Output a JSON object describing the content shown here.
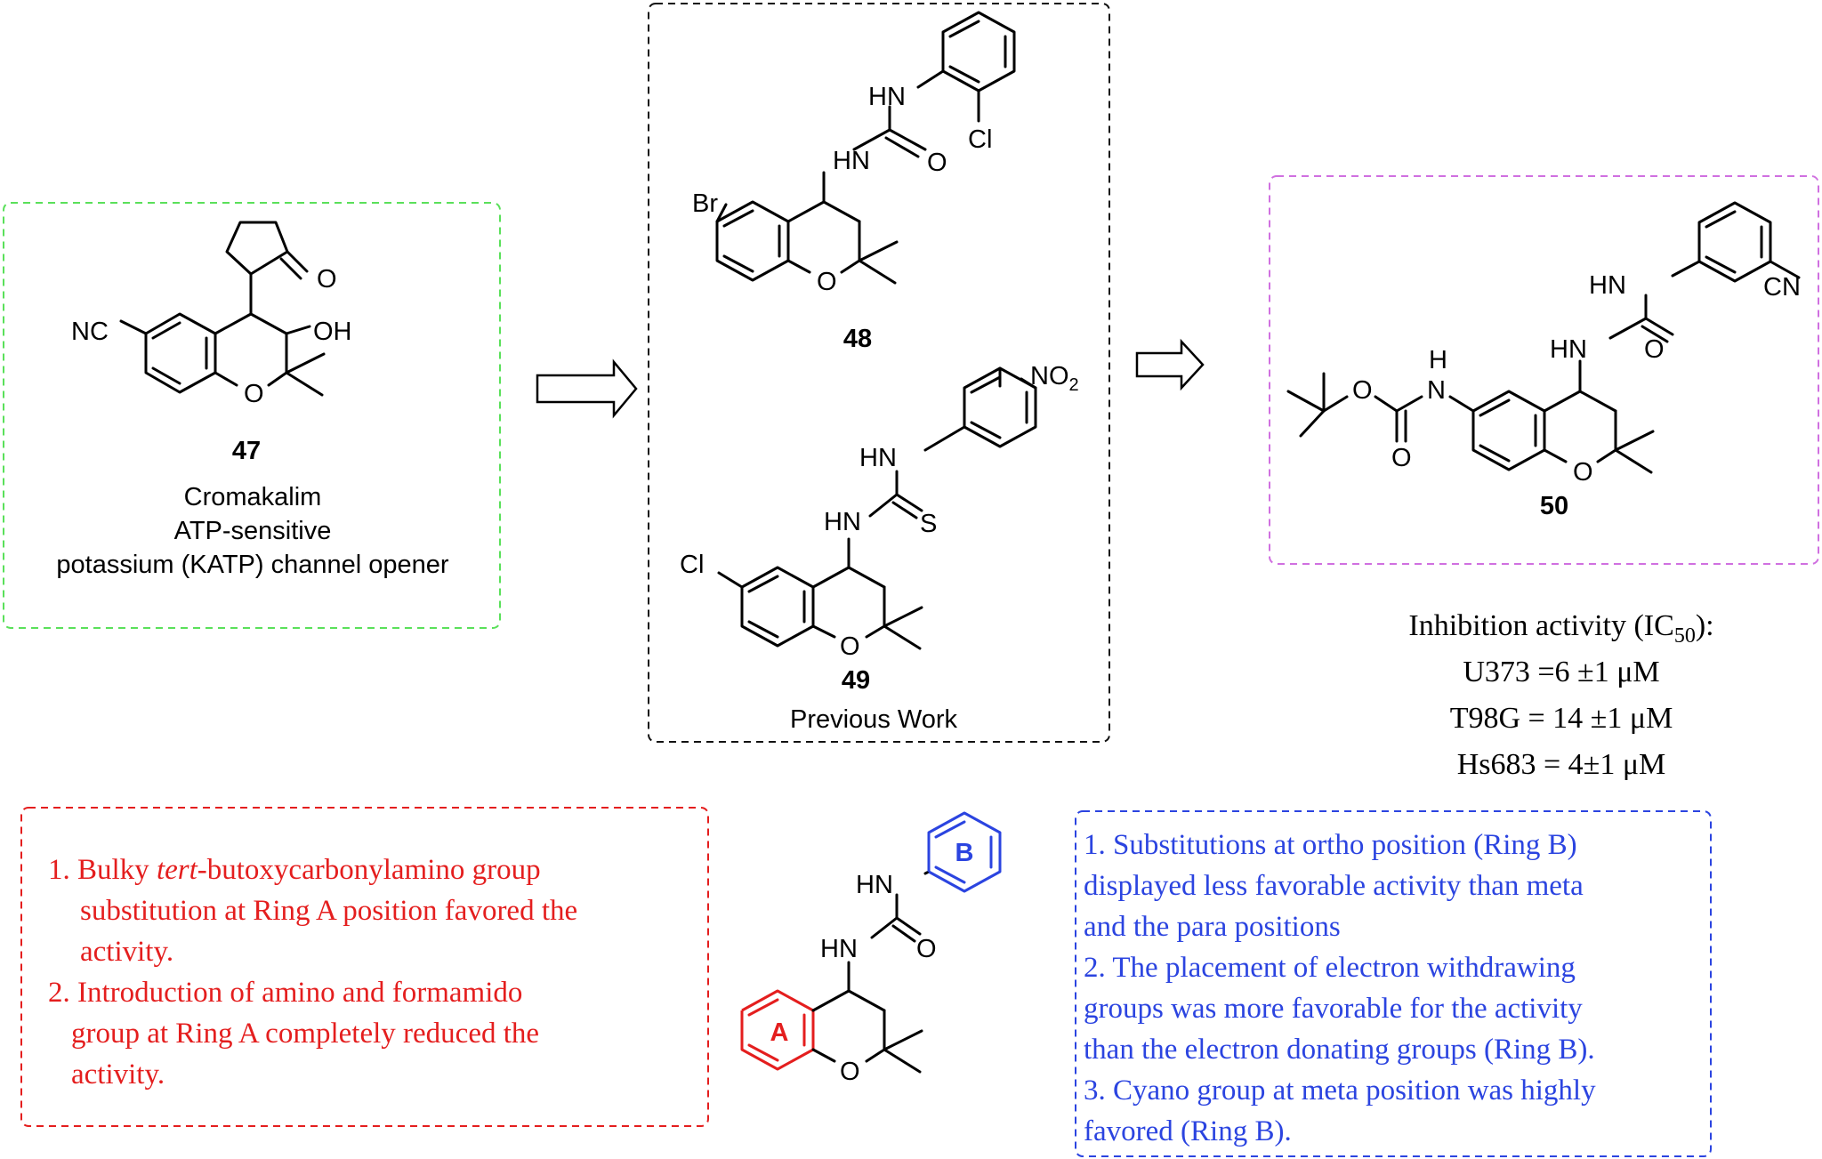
{
  "colors": {
    "green_box": "#5ae05a",
    "black_box": "#111111",
    "magenta_box": "#d070e0",
    "red": "#e41e1e",
    "blue": "#2b44e0"
  },
  "compound47": {
    "number": "47",
    "name": "Cromakalim",
    "desc_line1": "ATP-sensitive",
    "desc_line2": "potassium (KATP) channel opener",
    "atoms": {
      "nc": "NC",
      "oh": "OH",
      "o_ring": "O",
      "o_ketone": "O"
    }
  },
  "compound48": {
    "number": "48",
    "atoms": {
      "br": "Br",
      "hn_top": "HN",
      "hn_bottom": "HN",
      "o_carbonyl": "O",
      "cl": "Cl",
      "o_ring": "O"
    }
  },
  "compound49": {
    "number": "49",
    "atoms": {
      "cl": "Cl",
      "hn_top": "HN",
      "hn_bottom": "HN",
      "s": "S",
      "no2": "NO",
      "no2_sub": "2",
      "o_ring": "O"
    }
  },
  "previous_work": "Previous Work",
  "compound50": {
    "number": "50",
    "atoms": {
      "cn": "CN",
      "hn_top": "HN",
      "hn_bottom": "HN",
      "o_urea": "O",
      "h": "H",
      "n": "N",
      "o_ester": "O",
      "o_carbonyl": "O",
      "o_ring": "O"
    }
  },
  "inhibition": {
    "title_prefix": "Inhibition activity (IC",
    "title_sub": "50",
    "title_suffix": "):",
    "u373": "U373 =6 ±1 μM",
    "t98g": "T98G = 14 ±1 μM",
    "hs683": "Hs683 = 4±1 μM"
  },
  "sar_scaffold": {
    "ring_a": "A",
    "ring_b": "B",
    "atoms": {
      "hn_top": "HN",
      "hn_bottom": "HN",
      "o_urea": "O",
      "o_ring": "O"
    }
  },
  "red_notes": {
    "item1_a": "1. Bulky ",
    "item1_italic": "tert",
    "item1_b": "-butoxycarbonylamino group",
    "item1_line2": "substitution at Ring A position favored the",
    "item1_line3": "activity.",
    "item2_line1": "2. Introduction of amino and formamido",
    "item2_line2": "group at Ring A completely reduced the",
    "item2_line3": "activity."
  },
  "blue_notes": {
    "line1": "1. Substitutions at ortho position (Ring B)",
    "line2": "displayed less favorable activity than meta",
    "line3": "and the para positions",
    "line4": "2. The placement of electron withdrawing",
    "line5": "groups was more favorable for the activity",
    "line6": "than the electron donating groups (Ring B).",
    "line7": "3. Cyano group at meta position was highly",
    "line8": "favored (Ring B)."
  }
}
